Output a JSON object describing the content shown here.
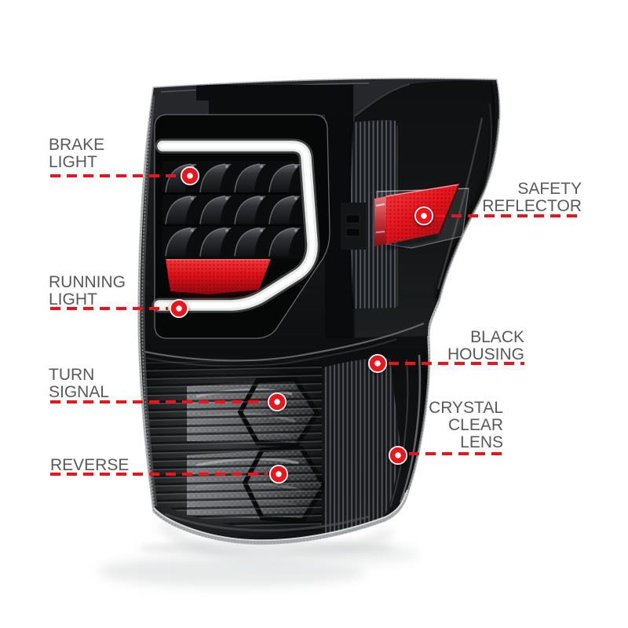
{
  "colors": {
    "accent": "#ea151c",
    "label_text": "#58595b",
    "background": "#ffffff"
  },
  "callouts": [
    {
      "id": "brake-light",
      "lines": [
        "BRAKE",
        "LIGHT"
      ]
    },
    {
      "id": "safety-reflector",
      "lines": [
        "SAFETY",
        "REFLECTOR"
      ]
    },
    {
      "id": "running-light",
      "lines": [
        "RUNNING",
        "LIGHT"
      ]
    },
    {
      "id": "black-housing",
      "lines": [
        "BLACK",
        "HOUSING"
      ]
    },
    {
      "id": "turn-signal",
      "lines": [
        "TURN",
        "SIGNAL"
      ]
    },
    {
      "id": "crystal-clear-lens",
      "lines": [
        "CRYSTAL",
        "CLEAR",
        "LENS"
      ]
    },
    {
      "id": "reverse",
      "lines": [
        "REVERSE"
      ]
    }
  ]
}
